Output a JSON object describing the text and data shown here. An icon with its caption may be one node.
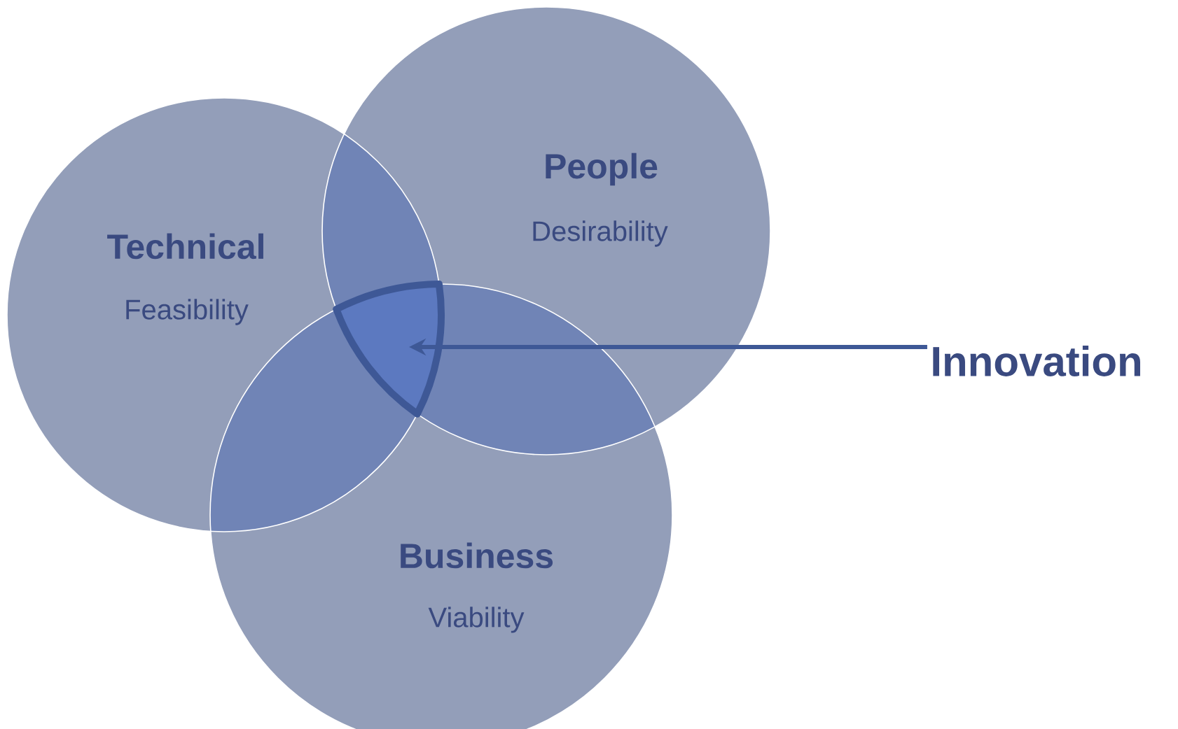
{
  "diagram": {
    "nodes": [
      {
        "text": [
          "Technical",
          "Feasibility"
        ]
      },
      {
        "text": [
          "People",
          "Desirability"
        ]
      },
      {
        "text": [
          "Business",
          "Viability"
        ]
      },
      {
        "text": [
          "Innovation"
        ]
      },
      {
        "text": [],
        "shape": "triangle"
      }
    ],
    "edges": [
      {
        "from": 3,
        "to": 4,
        "arrow": "to"
      }
    ]
  }
}
